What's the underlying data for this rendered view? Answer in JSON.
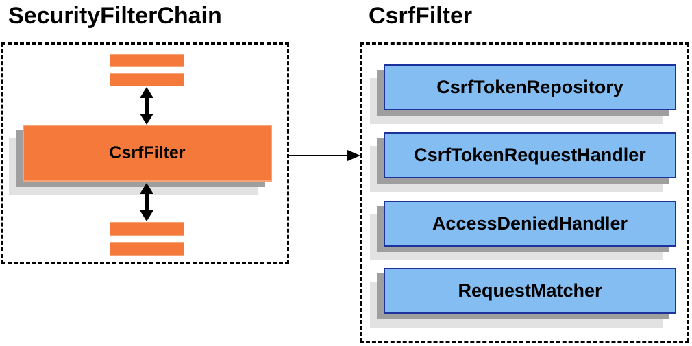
{
  "diagram": {
    "left_panel": {
      "title": "SecurityFilterChain",
      "filter_node_label": "CsrfFilter"
    },
    "connector": {
      "type": "arrow-right"
    },
    "right_panel": {
      "title": "CsrfFilter",
      "components": [
        {
          "label": "CsrfTokenRepository"
        },
        {
          "label": "CsrfTokenRequestHandler"
        },
        {
          "label": "AccessDeniedHandler"
        },
        {
          "label": "RequestMatcher"
        }
      ]
    }
  },
  "colors": {
    "orange_fill": "#f4793b",
    "orange_border": "#f8a474",
    "blue_fill": "#83bdf2",
    "blue_border": "#1c339e",
    "shadow_dark": "#9f9f9f",
    "shadow_light": "#e2e2e2",
    "arrow": "#000000",
    "text": "#000000"
  }
}
